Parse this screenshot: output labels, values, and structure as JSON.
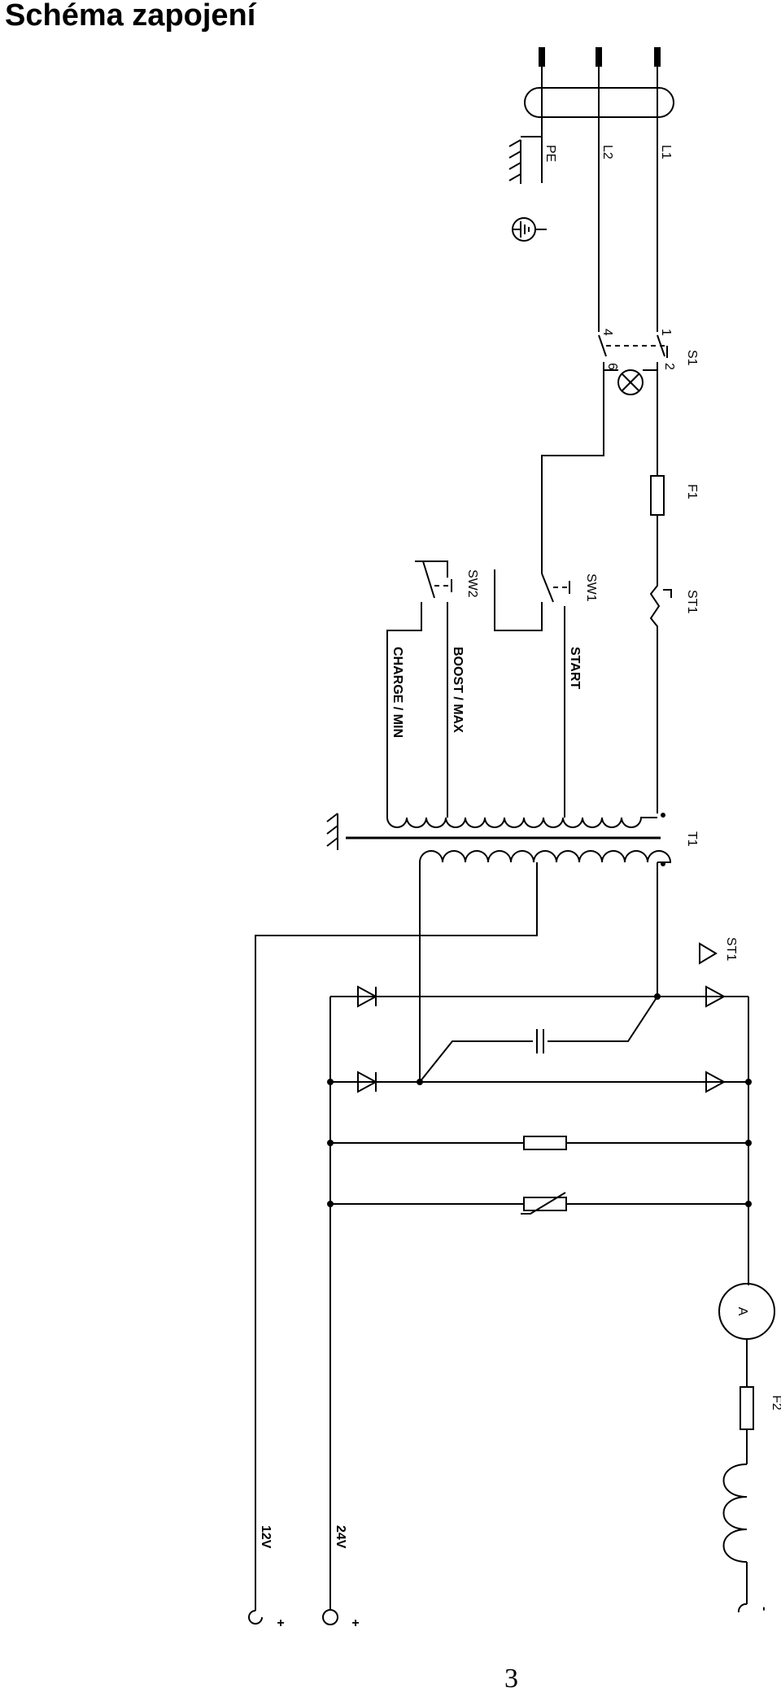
{
  "title": "Schéma zapojení",
  "page_number": "3",
  "labels": {
    "pe": "PE",
    "l2": "L2",
    "l1": "L1",
    "s1": "S1",
    "f1": "F1",
    "sw2": "SW2",
    "sw1": "SW1",
    "st1": "ST1",
    "st1_diode": "ST1",
    "t1": "T1",
    "charge_min": "CHARGE / MIN",
    "boost_max": "BOOST / MAX",
    "start": "START",
    "f2": "F2",
    "v12": "12V",
    "v24": "24V",
    "amp": "A",
    "pin1": "1",
    "pin2": "2",
    "pin4": "4",
    "pin6": "6",
    "plus": "+",
    "minus": "-"
  }
}
